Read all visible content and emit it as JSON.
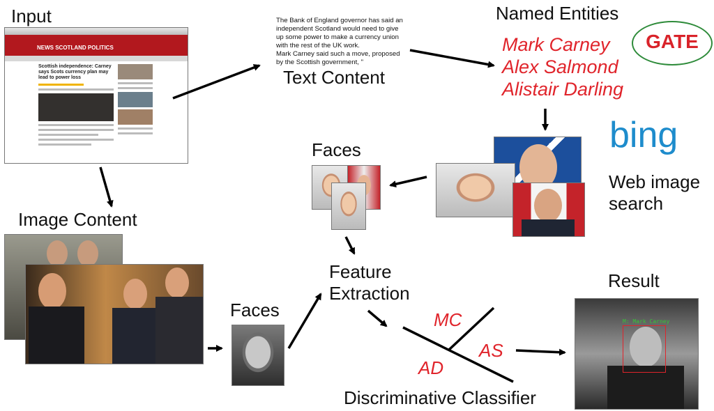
{
  "labels": {
    "input": "Input",
    "text_content": "Text Content",
    "named_entities": "Named Entities",
    "faces_top": "Faces",
    "web_image_search": "Web image\nsearch",
    "image_content": "Image Content",
    "faces_bottom": "Faces",
    "feature_extraction": "Feature\nExtraction",
    "result": "Result",
    "discriminative_classifier": "Discriminative Classifier"
  },
  "text_snippet": "The Bank of England governor has said an\nindependent Scotland would need to give\nup some power to make a currency union\nwith the rest of the UK work.\nMark Carney said such a move, proposed\nby the Scottish government, \"",
  "entities": [
    "Mark Carney",
    "Alex Salmond",
    "Alistair Darling"
  ],
  "classifier_labels": {
    "mc": "MC",
    "as": "AS",
    "ad": "AD"
  },
  "logos": {
    "gate": "GATE",
    "bing": "bing"
  },
  "result_overlay": "M: Mark Carney",
  "webpage": {
    "site": "NEWS SCOTLAND POLITICS",
    "headline": "Scottish independence: Carney says Scots currency plan may lead to power loss"
  },
  "colors": {
    "accent_red": "#e0242b",
    "bing_blue": "#1e8ccc",
    "gate_red": "#d9232a",
    "gate_green": "#2e8b3a"
  }
}
